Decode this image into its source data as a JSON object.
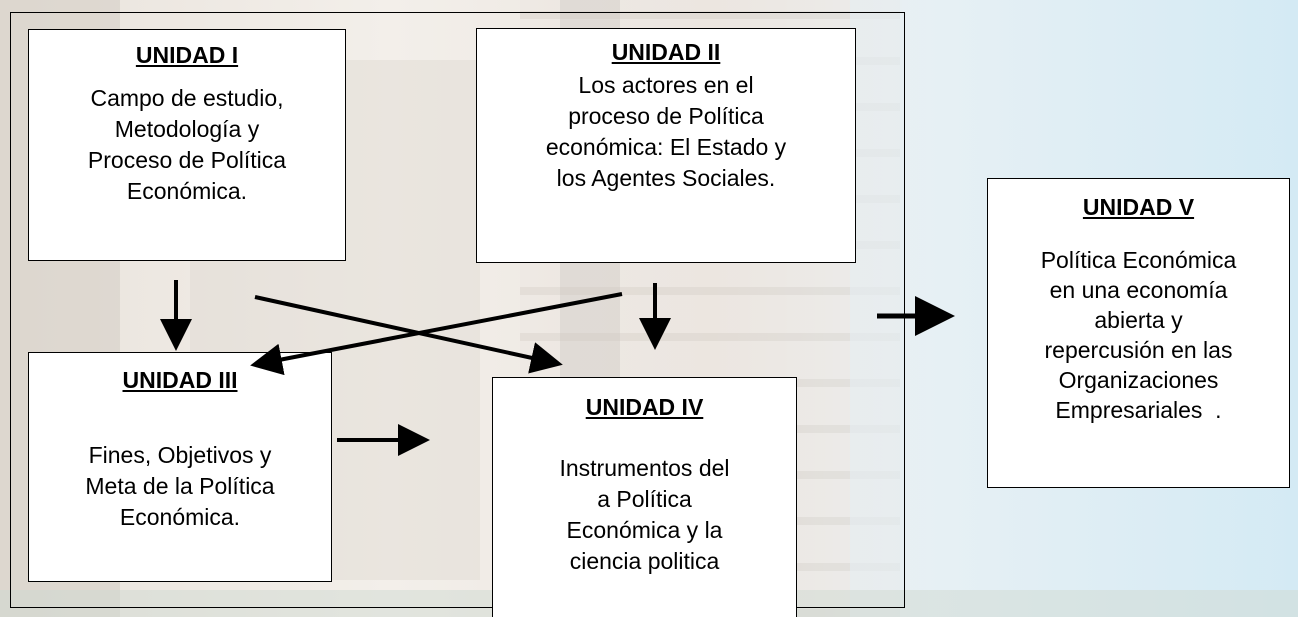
{
  "units": [
    {
      "title": "UNIDAD I",
      "text": "Campo de estudio, Metodología y Proceso de Política Económica."
    },
    {
      "title": "UNIDAD II",
      "text": "Los actores en el proceso de Política económica: El Estado y los Agentes Sociales."
    },
    {
      "title": "UNIDAD III",
      "text": "Fines, Objetivos y Meta de la Política Económica."
    },
    {
      "title": "UNIDAD IV",
      "text": "Instrumentos del a Política Económica y la ciencia politica"
    },
    {
      "title": "UNIDAD V",
      "text": "Política Económica en una economía abierta y repercusión en las Organizaciones Empresariales ."
    }
  ],
  "arrows": [
    {
      "from": "UNIDAD I",
      "to": "UNIDAD III"
    },
    {
      "from": "UNIDAD I",
      "to": "UNIDAD IV"
    },
    {
      "from": "UNIDAD II",
      "to": "UNIDAD III"
    },
    {
      "from": "UNIDAD II",
      "to": "UNIDAD IV"
    },
    {
      "from": "UNIDAD III",
      "to": "UNIDAD IV"
    },
    {
      "from": "UNIDADES I-IV",
      "to": "UNIDAD V"
    }
  ]
}
